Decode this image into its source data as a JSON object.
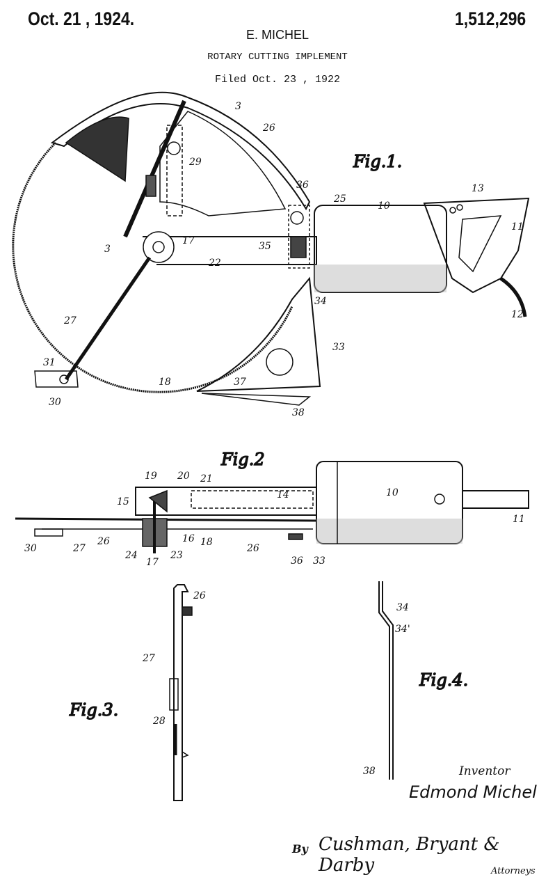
{
  "header": {
    "date": "Oct. 21 , 1924.",
    "patent_number": "1,512,296",
    "inventor": "E. MICHEL",
    "title": "ROTARY CUTTING IMPLEMENT",
    "filed": "Filed Oct. 23 , 1922"
  },
  "figures": {
    "fig1": {
      "title": "Fig.1.",
      "labels": [
        "3",
        "26",
        "29",
        "36",
        "25",
        "10",
        "13",
        "11",
        "3",
        "17",
        "35",
        "22",
        "34",
        "12",
        "27",
        "33",
        "31",
        "30",
        "37",
        "18",
        "38"
      ]
    },
    "fig2": {
      "title": "Fig.2",
      "labels": [
        "19",
        "20",
        "21",
        "14",
        "15",
        "10",
        "11",
        "30",
        "27",
        "26",
        "24",
        "17",
        "23",
        "16",
        "18",
        "26",
        "36",
        "33"
      ]
    },
    "fig3": {
      "title": "Fig.3.",
      "labels": [
        "26",
        "27",
        "28"
      ]
    },
    "fig4": {
      "title": "Fig.4.",
      "labels": [
        "34",
        "34'",
        "38"
      ]
    }
  },
  "footer": {
    "inventor_label": "Inventor",
    "inventor_signature": "Edmond Michel",
    "by": "By",
    "attorney_signature": "Cushman, Bryant & Darby",
    "attorneys_label": "Attorneys"
  }
}
